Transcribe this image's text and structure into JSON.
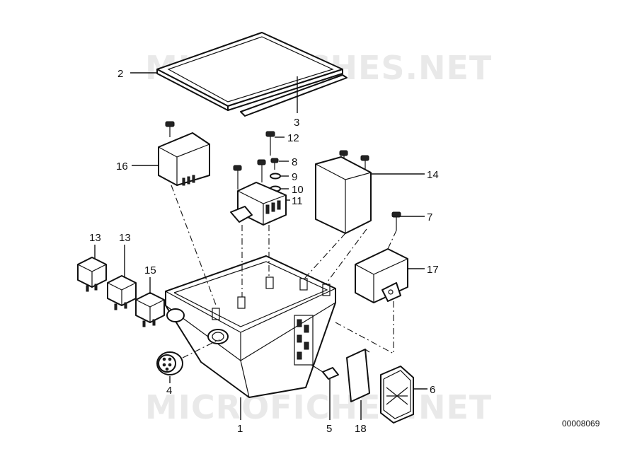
{
  "watermarks": [
    "MICROFICHES.NET",
    "MICROFICHES.NET"
  ],
  "reference_code": "00008069",
  "callouts": [
    {
      "id": "c2",
      "label": "2"
    },
    {
      "id": "c3",
      "label": "3"
    },
    {
      "id": "c16",
      "label": "16"
    },
    {
      "id": "c12",
      "label": "12"
    },
    {
      "id": "c8",
      "label": "8"
    },
    {
      "id": "c9",
      "label": "9"
    },
    {
      "id": "c10",
      "label": "10"
    },
    {
      "id": "c11",
      "label": "11"
    },
    {
      "id": "c14",
      "label": "14"
    },
    {
      "id": "c7",
      "label": "7"
    },
    {
      "id": "c17",
      "label": "17"
    },
    {
      "id": "c13a",
      "label": "13"
    },
    {
      "id": "c13b",
      "label": "13"
    },
    {
      "id": "c15",
      "label": "15"
    },
    {
      "id": "c4",
      "label": "4"
    },
    {
      "id": "c1",
      "label": "1"
    },
    {
      "id": "c5",
      "label": "5"
    },
    {
      "id": "c18",
      "label": "18"
    },
    {
      "id": "c6",
      "label": "6"
    }
  ]
}
